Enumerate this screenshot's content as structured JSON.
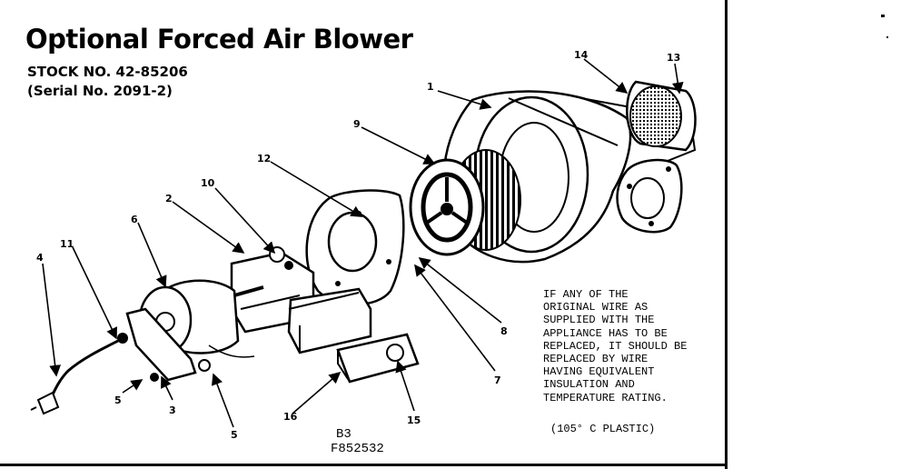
{
  "title": "Optional Forced Air Blower",
  "stock": "STOCK NO. 42-85206",
  "serial": "(Serial No. 2091-2)",
  "note_lines": [
    "IF ANY OF THE",
    "ORIGINAL WIRE AS",
    "SUPPLIED WITH THE",
    "APPLIANCE HAS TO BE",
    "REPLACED, IT SHOULD BE",
    "REPLACED BY WIRE",
    "HAVING EQUIVALENT",
    "INSULATION AND",
    "TEMPERATURE RATING."
  ],
  "note_plastic": "(105° C PLASTIC)",
  "codes": {
    "line1": "B3",
    "line2": "F852532"
  },
  "callouts": {
    "c1": "1",
    "c2": "2",
    "c3": "3",
    "c4": "4",
    "c5a": "5",
    "c5b": "5",
    "c6": "6",
    "c7": "7",
    "c8": "8",
    "c9": "9",
    "c10": "10",
    "c11": "11",
    "c12": "12",
    "c13": "13",
    "c14": "14",
    "c15": "15",
    "c16": "16"
  }
}
